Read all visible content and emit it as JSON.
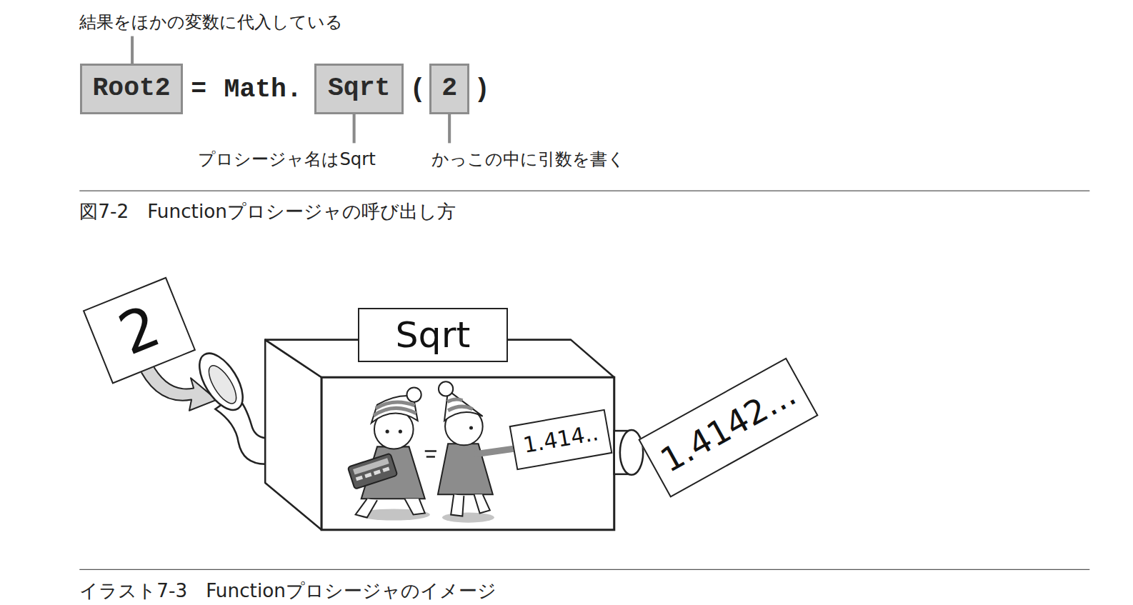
{
  "diagram": {
    "nodes": [
      {
        "text": [
          "Root2"
        ]
      },
      {
        "text": [
          "Sqrt"
        ]
      },
      {
        "text": [
          "2"
        ]
      },
      {
        "text": [
          "2"
        ]
      },
      {
        "text": [
          "Sqrt"
        ]
      },
      {
        "text": [
          "1.414.."
        ]
      },
      {
        "text": [
          "1.4142..."
        ]
      }
    ],
    "labels": [
      "結果をほかの変数に代入している",
      "=",
      "Math.",
      "(",
      ")",
      "プロシージャ名はSqrt",
      "かっこの中に引数を書く",
      "図7-2　Functionプロシージャの呼び出し方",
      "イラスト7-3　Functionプロシージャのイメージ"
    ]
  }
}
